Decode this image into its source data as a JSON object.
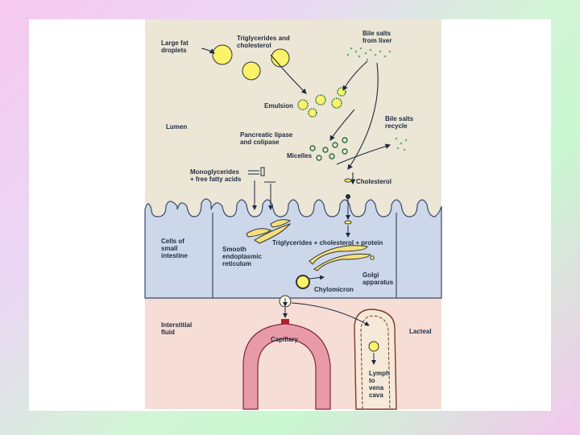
{
  "slide": {
    "background_colors": [
      "#f6c9f0",
      "#d2f5d6"
    ],
    "panel_color": "#ffffff"
  },
  "diagram": {
    "region_colors": {
      "lumen": "#ece6d6",
      "cells": "#cdd7ea",
      "interstitial": "#f6ddd6"
    },
    "labels": {
      "large_fat_droplets": [
        "Large fat",
        "droplets"
      ],
      "triglycerides_cholesterol": [
        "Triglycerides and",
        "cholesterol"
      ],
      "bile_salts_from_liver": [
        "Bile salts",
        "from liver"
      ],
      "emulsion": "Emulsion",
      "lumen": "Lumen",
      "bile_salts_recycle": [
        "Bile salts",
        "recycle"
      ],
      "pancreatic_lipase": [
        "Pancreatic lipase",
        "and colipase"
      ],
      "micelles": "Micelles",
      "monoglycerides": [
        "Monoglycerides",
        "+ free fatty acids"
      ],
      "cholesterol": "Cholesterol",
      "cells_small_intestine": [
        "Cells of",
        "small",
        "intestine"
      ],
      "smooth_er": [
        "Smooth",
        "endoplasmic",
        "reticulum"
      ],
      "trig_chol_protein": "Triglycerides + cholesterol + protein",
      "golgi": [
        "Golgi",
        "apparatus"
      ],
      "chylomicron": "Chylomicron",
      "interstitial_fluid": [
        "Interstitial",
        "fluid"
      ],
      "lacteal": "Lacteal",
      "capillary": "Capillary",
      "lymph": [
        "Lymph",
        "to",
        "vena",
        "cava"
      ]
    }
  }
}
